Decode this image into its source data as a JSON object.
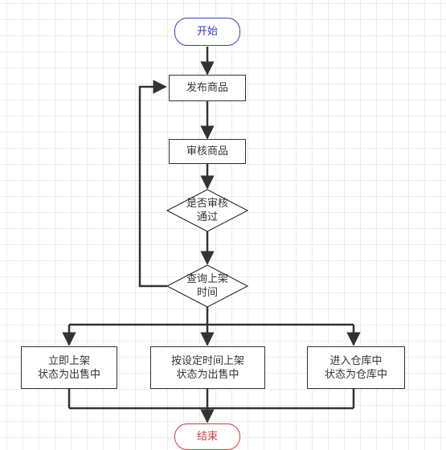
{
  "colors": {
    "line": "#333333",
    "start": "#3b3bc9",
    "end": "#d23a3a"
  },
  "nodes": {
    "start": "开始",
    "publish": "发布商品",
    "review": "审核商品",
    "decision_pass": "是否审核\n通过",
    "decision_time": "查询上架\n时间",
    "shelf_now": "立即上架\n状态为出售中",
    "shelf_scheduled": "按设定时间上架\n状态为出售中",
    "warehouse": "进入仓库中\n状态为仓库中",
    "end": "结束"
  }
}
